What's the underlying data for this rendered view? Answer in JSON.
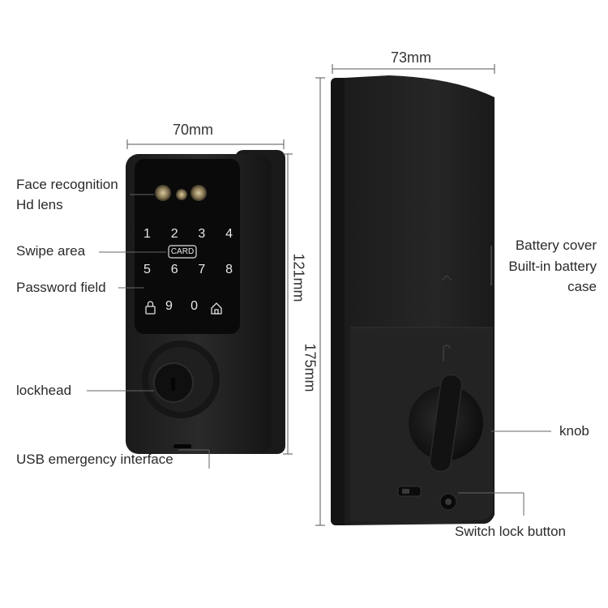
{
  "dimensions": {
    "front_width": "70mm",
    "front_height": "121mm",
    "back_width": "73mm",
    "back_height": "175mm"
  },
  "front_labels": {
    "face_recognition": "Face recognition",
    "hd_lens": "Hd lens",
    "swipe_area": "Swipe area",
    "password_field": "Password field",
    "lockhead": "lockhead",
    "usb_interface": "USB emergency interface"
  },
  "back_labels": {
    "battery_cover": "Battery cover",
    "built_in_battery": "Built-in battery",
    "case": "case",
    "knob": "knob",
    "switch_lock_button": "Switch lock button"
  },
  "keypad": {
    "row1": [
      "1",
      "2",
      "3",
      "4"
    ],
    "card_label": "CARD",
    "row2": [
      "5",
      "6",
      "7",
      "8"
    ],
    "row3": [
      "9",
      "0"
    ]
  }
}
